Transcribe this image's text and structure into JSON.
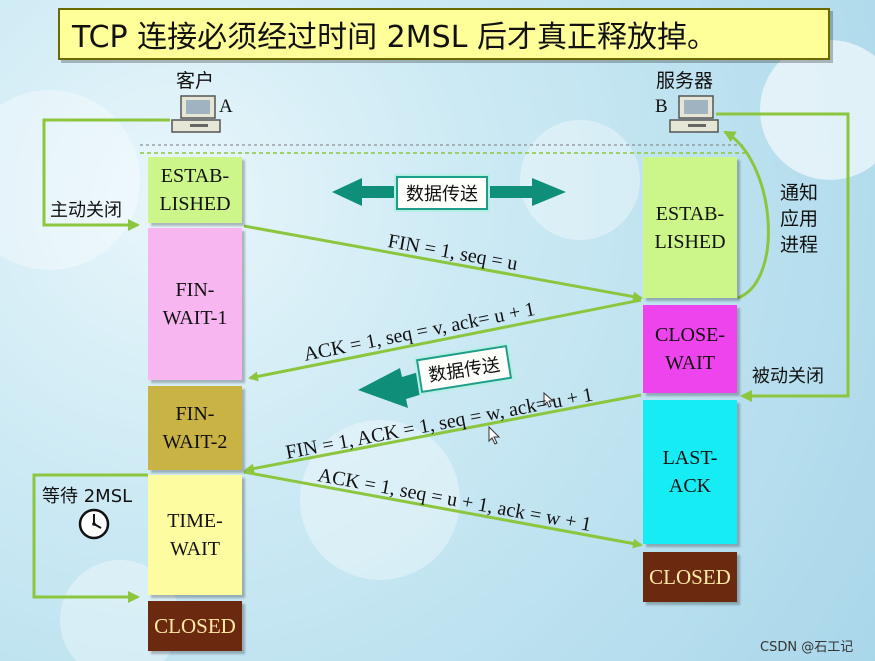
{
  "title": "TCP 连接必须经过时间 2MSL 后才真正释放掉。",
  "client": {
    "name": "客户",
    "letter": "A"
  },
  "server": {
    "name": "服务器",
    "letter": "B"
  },
  "labels": {
    "active_close": "主动关闭",
    "passive_close": "被动关闭",
    "notify_1": "通知",
    "notify_2": "应用",
    "notify_3": "进程",
    "wait_2msl": "等待 2MSL",
    "data_transfer_1": "数据传送",
    "data_transfer_2": "数据传送",
    "watermark": "CSDN @石工记"
  },
  "client_states": {
    "established_1": "ESTAB-",
    "established_2": "LISHED",
    "fin_wait_1_a": "FIN-",
    "fin_wait_1_b": "WAIT-1",
    "fin_wait_2_a": "FIN-",
    "fin_wait_2_b": "WAIT-2",
    "time_wait_a": "TIME-",
    "time_wait_b": "WAIT",
    "closed": "CLOSED"
  },
  "server_states": {
    "established_1": "ESTAB-",
    "established_2": "LISHED",
    "close_wait_a": "CLOSE-",
    "close_wait_b": "WAIT",
    "last_ack_a": "LAST-",
    "last_ack_b": "ACK",
    "closed": "CLOSED"
  },
  "messages": {
    "fin1": "FIN = 1, seq = u",
    "ack1": "ACK = 1, seq = v, ack= u + 1",
    "fin2": "FIN = 1, ACK = 1, seq = w, ack= u + 1",
    "ack2": "ACK = 1, seq = u + 1, ack = w + 1"
  },
  "colors": {
    "arrow_green": "#8cc63f",
    "teal": "#0f8f7a"
  }
}
